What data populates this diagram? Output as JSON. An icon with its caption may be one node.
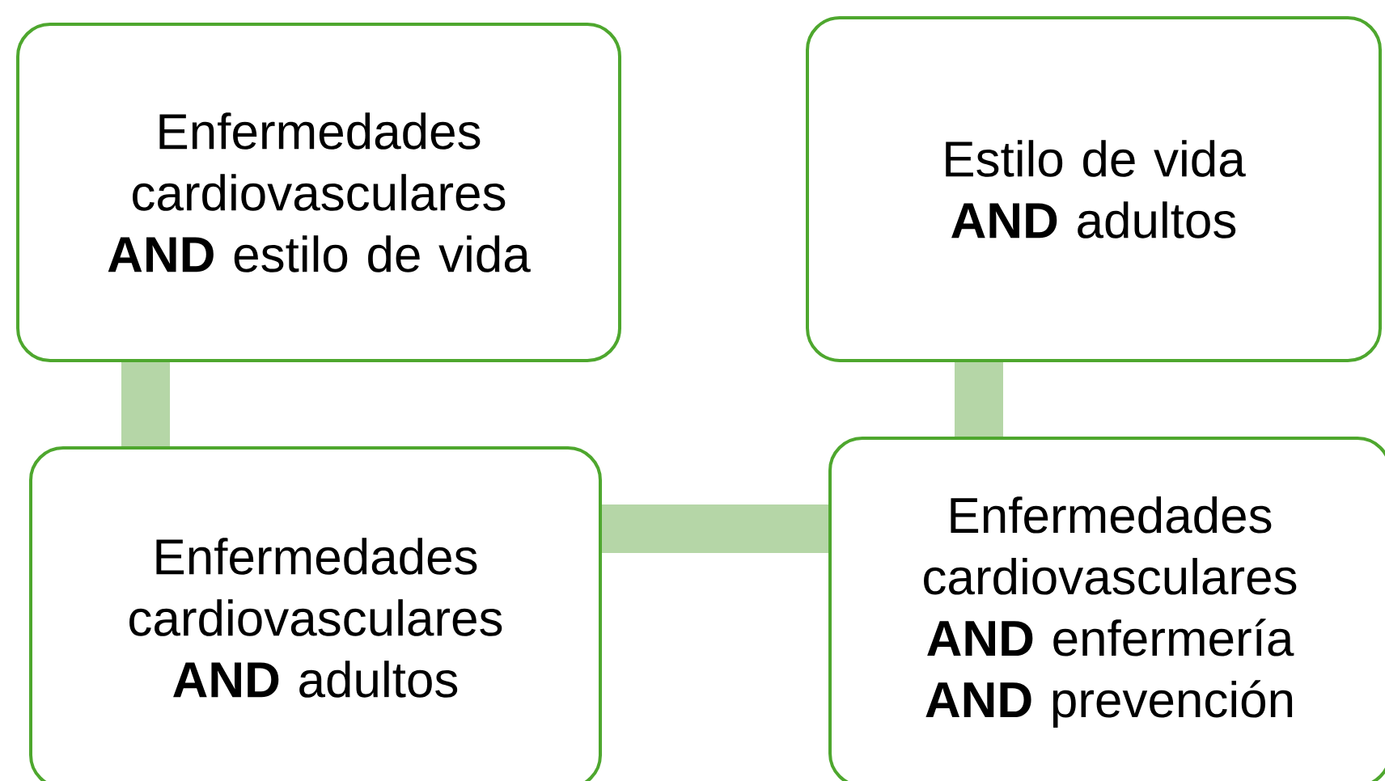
{
  "diagram": {
    "nodes": [
      {
        "text": [
          "Enfermedades cardiovasculares **AND** estilo de vida"
        ]
      },
      {
        "text": [
          "Estilo de vida **AND** adultos"
        ]
      },
      {
        "text": [
          "Enfermedades cardiovasculares **AND** adultos"
        ]
      },
      {
        "text": [
          "Enfermedades cardiovasculares **AND** enfermería **AND** prevención"
        ]
      }
    ],
    "edges": [
      {
        "from": 0,
        "to": 2,
        "arrow": "none"
      },
      {
        "from": 2,
        "to": 3,
        "arrow": "none"
      },
      {
        "from": 1,
        "to": 3,
        "arrow": "none"
      }
    ]
  }
}
